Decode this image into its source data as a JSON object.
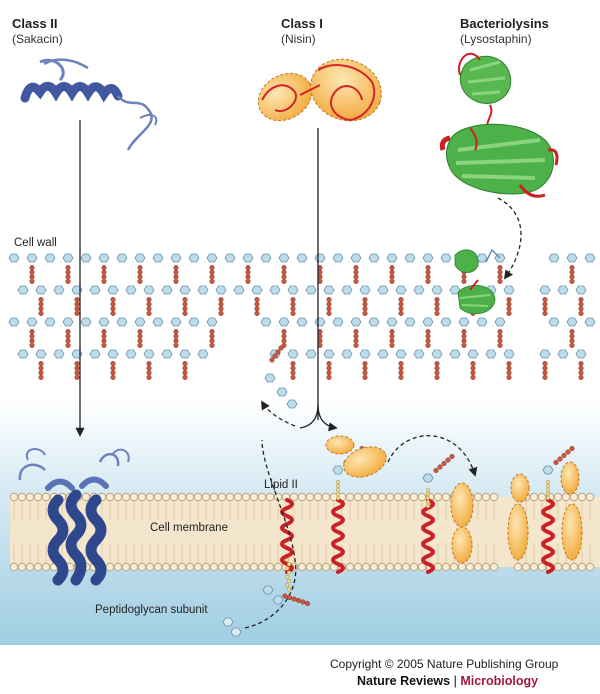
{
  "classes": [
    {
      "title": "Class II",
      "subtitle": "(Sakacin)"
    },
    {
      "title": "Class I",
      "subtitle": "(Nisin)"
    },
    {
      "title": "Bacteriolysins",
      "subtitle": "(Lysostaphin)"
    }
  ],
  "labels": {
    "cell_wall": "Cell wall",
    "cell_membrane": "Cell membrane",
    "lipid_ii": "Lipid II",
    "peptidoglycan_subunit": "Peptidoglycan subunit"
  },
  "footer": {
    "copyright": "Copyright © 2005 Nature Publishing Group",
    "journal": "Nature Reviews",
    "separator": "|",
    "section": "Microbiology"
  },
  "colors": {
    "membrane_fill": "#f4e6cc",
    "lipid_head": "#f8ecd6",
    "glycan_hex": "#b9dde9",
    "peptide_bead": "#c7583e",
    "sakacin_blue": "#3f58a0",
    "nisin_orange": "#f5b94b",
    "nisin_red": "#d4242a",
    "lysostaphin_green": "#46b34a",
    "helix_red": "#cc2027",
    "background_gradient_top": "#ffffff",
    "background_gradient_bottom": "#9fcde2"
  }
}
